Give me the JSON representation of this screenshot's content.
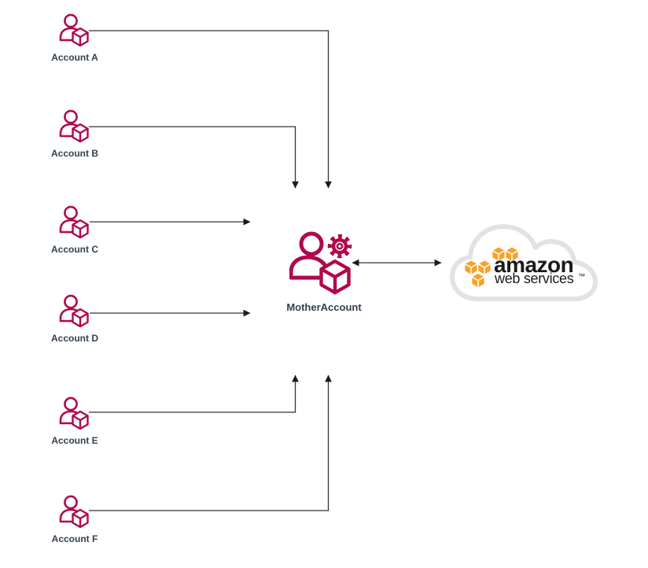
{
  "colors": {
    "accent": "#B0084D",
    "connector": "#333333",
    "arrowhead": "#1a1a1a",
    "label_text": "#32404E",
    "aws_cube_orange": "#F6A32B",
    "cloud_outline": "#E2E2E2",
    "logo_text": "#1a1a1a"
  },
  "accounts": [
    {
      "label": "Account A"
    },
    {
      "label": "Account B"
    },
    {
      "label": "Account C"
    },
    {
      "label": "Account D"
    },
    {
      "label": "Account E"
    },
    {
      "label": "Account F"
    }
  ],
  "mother_account": {
    "label": "MotherAccount"
  },
  "aws_logo": {
    "line1": "amazon",
    "line2": "web services",
    "trademark": "™"
  }
}
